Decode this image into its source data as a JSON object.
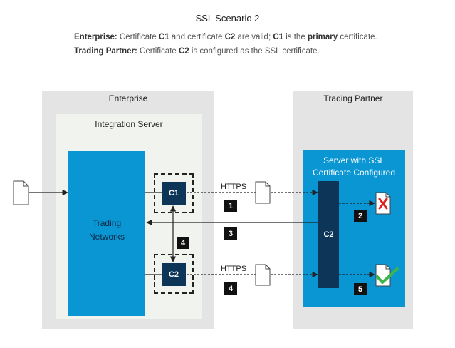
{
  "title": "SSL Scenario 2",
  "description": {
    "line1": {
      "t1": "Enterprise:",
      "t2": " Certificate ",
      "t3": "C1",
      "t4": " and certificate ",
      "t5": "C2",
      "t6": " are valid; ",
      "t7": "C1",
      "t8": " is the ",
      "t9": "primary",
      "t10": " certificate."
    },
    "line2": {
      "t1": "Trading Partner:",
      "t2": " Certificate ",
      "t3": "C2",
      "t4": " is configured as the SSL certificate."
    }
  },
  "enterprise": {
    "label": "Enterprise",
    "integration_server": {
      "label": "Integration Server",
      "trading_networks": {
        "line1": "Trading",
        "line2": "Networks"
      },
      "certificates": [
        "C1",
        "C2"
      ]
    }
  },
  "trading_partner": {
    "label": "Trading Partner",
    "server": {
      "line1": "Server with SSL",
      "line2": "Certificate Configured",
      "certificate": "C2"
    }
  },
  "connections": {
    "https_top": "HTTPS",
    "https_bottom": "HTTPS"
  },
  "steps": {
    "s1": "1",
    "s2": "2",
    "s3": "3",
    "s4a": "4",
    "s4b": "4",
    "s5": "5"
  },
  "colors": {
    "panel_gray": "#e4e4e4",
    "integration_bg": "#f1f3ef",
    "server_blue": "#0a95d3",
    "cert_navy": "#0c3558",
    "reject_red": "#e02020",
    "accept_green": "#3cb64a"
  }
}
